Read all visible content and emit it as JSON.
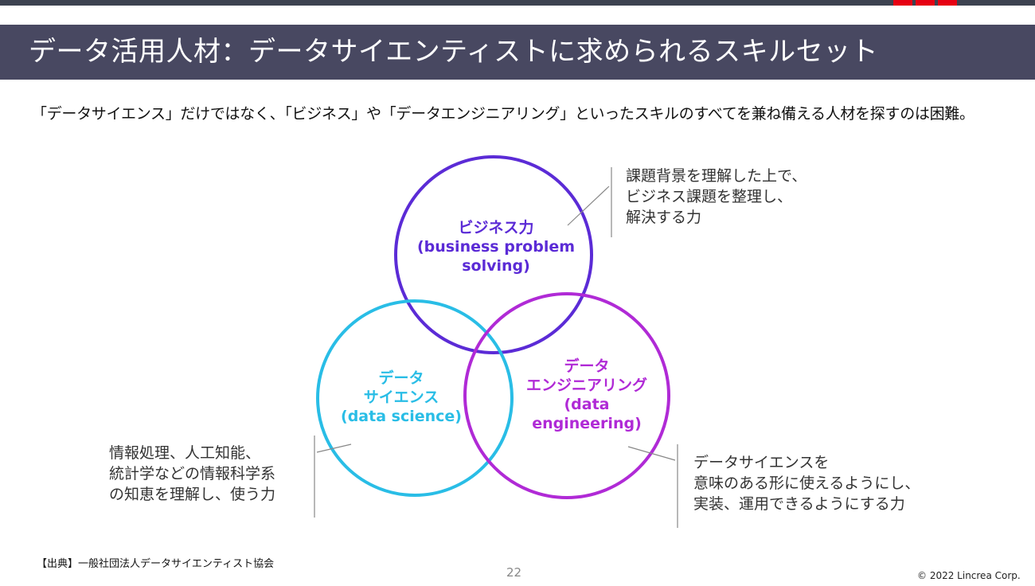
{
  "slide": {
    "title": "データ活用人材：データサイエンティストに求められるスキルセット",
    "lead": "「データサイエンス」だけではなく、「ビジネス」や「データエンジニアリング」といったスキルのすべてを兼ね備える人材を探すのは困難。",
    "source": "【出典】一般社団法人データサイエンティスト協会",
    "page_number": "22",
    "copyright": "© 2022 Lincrea Corp."
  },
  "colors": {
    "title_bar": "#484861",
    "business": "#5b2bd6",
    "science": "#29bde6",
    "engineering": "#b02ad6",
    "brand": "#e60012"
  },
  "venn": {
    "business": {
      "lines": [
        "ビジネス力",
        "(business problem",
        "solving)"
      ],
      "note": [
        "課題背景を理解した上で、",
        "ビジネス課題を整理し、",
        "解決する力"
      ]
    },
    "science": {
      "lines": [
        "データ",
        "サイエンス",
        "(data science)"
      ],
      "note": [
        "情報処理、人工知能、",
        "統計学などの情報科学系",
        "の知恵を理解し、使う力"
      ]
    },
    "engineering": {
      "lines": [
        "データ",
        "エンジニアリング",
        "(data",
        "engineering)"
      ],
      "note": [
        "データサイエンスを",
        "意味のある形に使えるようにし、",
        "実装、運用できるようにする力"
      ]
    }
  }
}
